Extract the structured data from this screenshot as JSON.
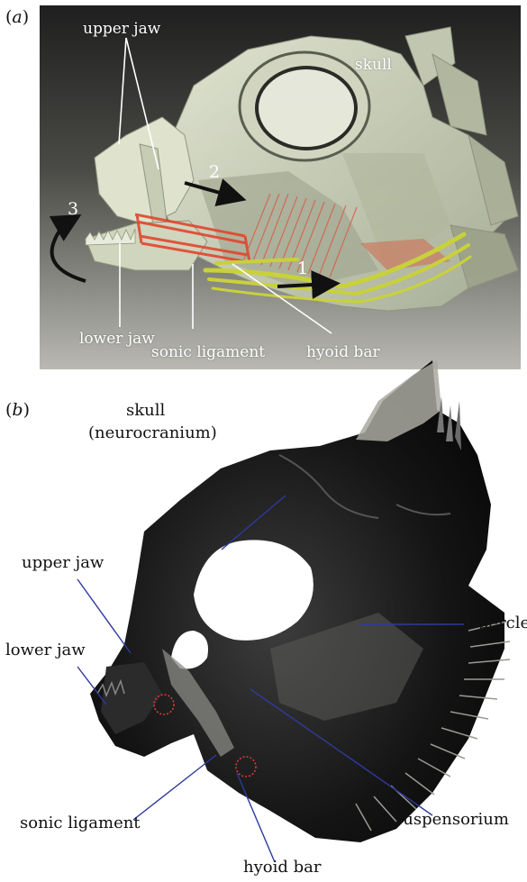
{
  "panel_a": {
    "label_prefix": "(",
    "label_letter": "a",
    "label_suffix": ")",
    "labels": {
      "upper_jaw": "upper jaw",
      "skull": "skull",
      "lower_jaw": "lower jaw",
      "sonic_ligament": "sonic ligament",
      "hyoid_bar": "hyoid bar"
    },
    "arrows": [
      "1",
      "2",
      "3"
    ]
  },
  "panel_b": {
    "label_prefix": "(",
    "label_letter": "b",
    "label_suffix": ")",
    "labels": {
      "skull": "skull",
      "neurocranium": "(neurocranium)",
      "upper_jaw": "upper jaw",
      "lower_jaw": "lower jaw",
      "opercle": "opercle",
      "sonic_ligament": "sonic ligament",
      "suspensorium": "suspensorium",
      "hyoid_bar": "hyoid bar"
    }
  },
  "colors": {
    "leader_line_a": "#ffffff",
    "leader_line_b": "#2e3a9e",
    "muscle_red": "#e0472e",
    "hyoid_yellow": "#c9d13a",
    "dotted_circle": "#d93a3a"
  }
}
